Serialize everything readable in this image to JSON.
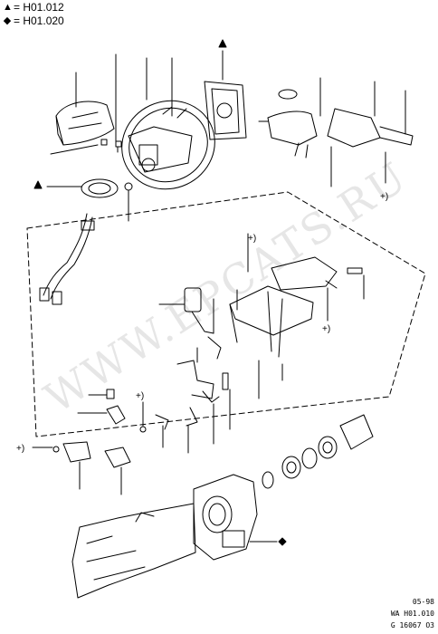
{
  "legend": [
    {
      "icon": "triangle-icon",
      "symbol": "▲",
      "text": "= H01.012"
    },
    {
      "icon": "diamond-icon",
      "symbol": "◆",
      "text": "= H01.020"
    }
  ],
  "watermark": "WWW.EPCATS.RU",
  "footer": {
    "date": "05-98",
    "ref": "WA H01.010",
    "code": "G 16067 O3"
  },
  "annotations": {
    "plus_mark": "+)"
  }
}
